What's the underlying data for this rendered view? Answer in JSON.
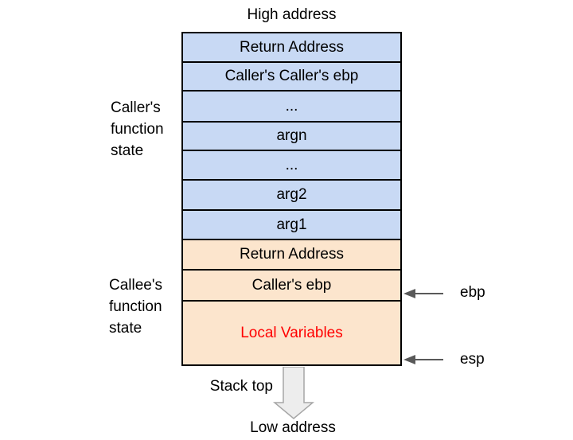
{
  "diagram": {
    "title_top": "High address",
    "title_bottom": "Low address",
    "stack_top_label": "Stack top",
    "groups": {
      "caller": {
        "label": "Caller's function state"
      },
      "callee": {
        "label": "Callee's function state"
      }
    },
    "rows": [
      {
        "label": "Return Address",
        "section": "caller"
      },
      {
        "label": "Caller's Caller's ebp",
        "section": "caller"
      },
      {
        "label": "...",
        "section": "caller"
      },
      {
        "label": "argn",
        "section": "caller"
      },
      {
        "label": "...",
        "section": "caller"
      },
      {
        "label": "arg2",
        "section": "caller"
      },
      {
        "label": "arg1",
        "section": "caller"
      },
      {
        "label": "Return Address",
        "section": "callee"
      },
      {
        "label": "Caller's ebp",
        "section": "callee"
      },
      {
        "label": "Local Variables",
        "section": "callee"
      }
    ],
    "pointers": [
      {
        "label": "ebp",
        "points_to": "Caller's ebp"
      },
      {
        "label": "esp",
        "points_to": "bottom of Local Variables"
      }
    ],
    "colors": {
      "caller_fill": "#c8d9f4",
      "callee_fill": "#fce5cd",
      "local_variables_text": "#ff0000",
      "box_border": "#000000",
      "pointer_arrow": "#595959",
      "growth_arrow_fill": "#ededed",
      "growth_arrow_stroke": "#a6a6a6"
    }
  }
}
